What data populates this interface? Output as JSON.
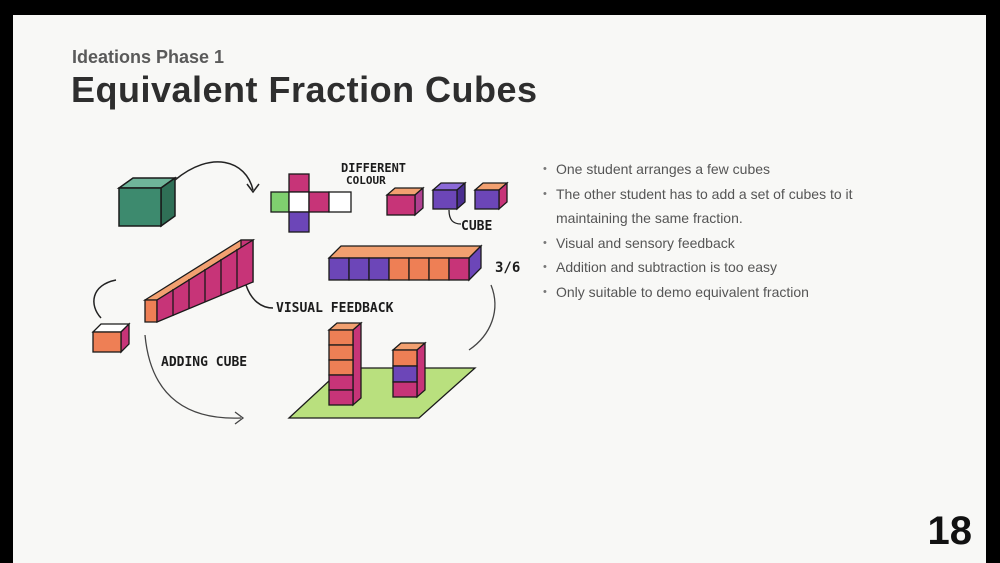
{
  "slide": {
    "subtitle": "Ideations Phase 1",
    "title": "Equivalent Fraction Cubes",
    "page_number": "18"
  },
  "bullets": [
    "One student arranges a few cubes",
    "The other student has to add a set of cubes to it",
    "maintaining the same fraction.",
    "Visual and sensory feedback",
    "Addition and subtraction is too easy",
    "Only suitable to demo equivalent fraction"
  ],
  "sketch": {
    "label_different": "DIFFERENT",
    "label_colour": "COLOUR",
    "label_cube": "CUBE",
    "label_fraction": "3/6",
    "label_visual_feedback": "VISUAL FEEDBACK",
    "label_adding_cube": "ADDING CUBE"
  },
  "colors": {
    "orange": "#ee7f55",
    "purple": "#6c46b8",
    "magenta": "#c73478",
    "teal": "#3d8a6e",
    "green": "#7fd06f",
    "base_green": "#b9e07e"
  }
}
